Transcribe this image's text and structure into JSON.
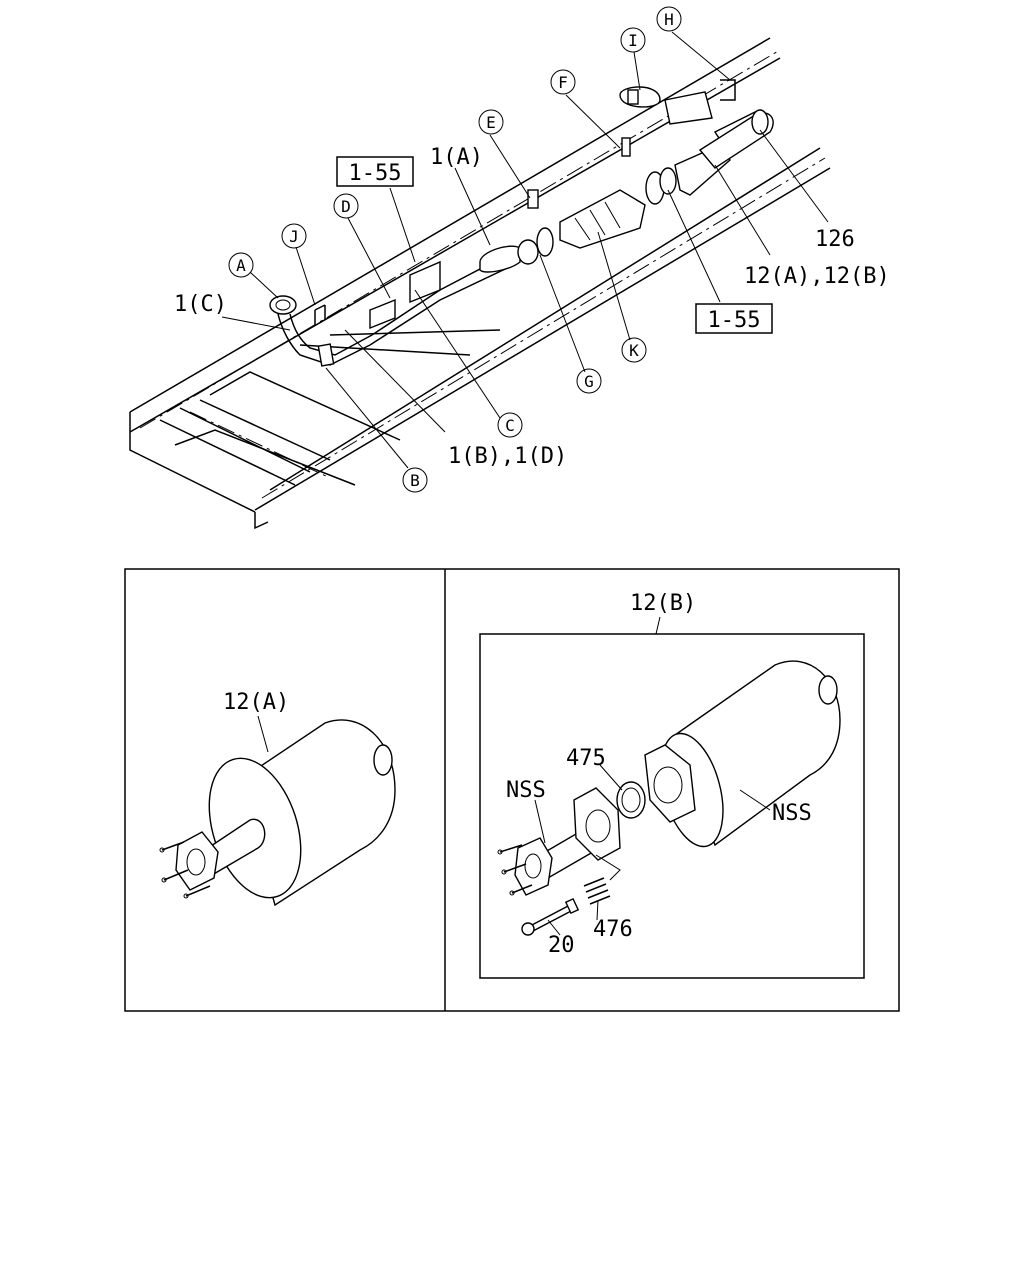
{
  "overview": {
    "callouts": {
      "A": "A",
      "B": "B",
      "C": "C",
      "D": "D",
      "E": "E",
      "F": "F",
      "G": "G",
      "H": "H",
      "I": "I",
      "J": "J",
      "K": "K"
    },
    "labels": {
      "part_1a": "1(A)",
      "part_1c": "1(C)",
      "part_1b_1d": "1(B),1(D)",
      "part_126": "126",
      "part_12ab": "12(A),12(B)"
    },
    "ref_boxes": {
      "upper": "1-55",
      "lower": "1-55"
    }
  },
  "detail_left": {
    "label": "12(A)"
  },
  "detail_right": {
    "title": "12(B)",
    "labels": {
      "p475": "475",
      "nss_pipe": "NSS",
      "nss_muffler": "NSS",
      "p476": "476",
      "p20": "20"
    }
  }
}
